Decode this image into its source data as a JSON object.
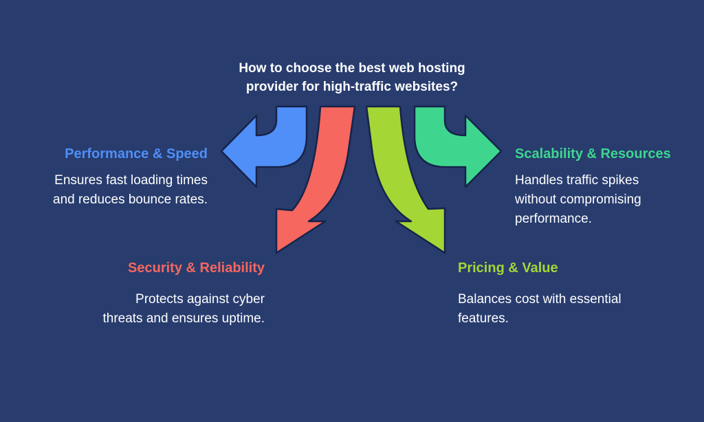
{
  "title": {
    "line1": "How to choose the best web hosting",
    "line2": "provider for high-traffic websites?"
  },
  "colors": {
    "background": "#283c6e",
    "performance": "#4f8ff7",
    "security": "#f5675f",
    "pricing": "#a4d636",
    "scalability": "#3ed68f"
  },
  "factors": {
    "performance": {
      "heading": "Performance & Speed",
      "line1": "Ensures fast loading times",
      "line2": "and reduces bounce rates."
    },
    "security": {
      "heading": "Security & Reliability",
      "line1": "Protects against cyber",
      "line2": "threats and ensures uptime."
    },
    "pricing": {
      "heading": "Pricing & Value",
      "line1": "Balances cost with essential",
      "line2": "features."
    },
    "scalability": {
      "heading": "Scalability & Resources",
      "line1": "Handles traffic spikes",
      "line2": "without compromising",
      "line3": "performance."
    }
  }
}
